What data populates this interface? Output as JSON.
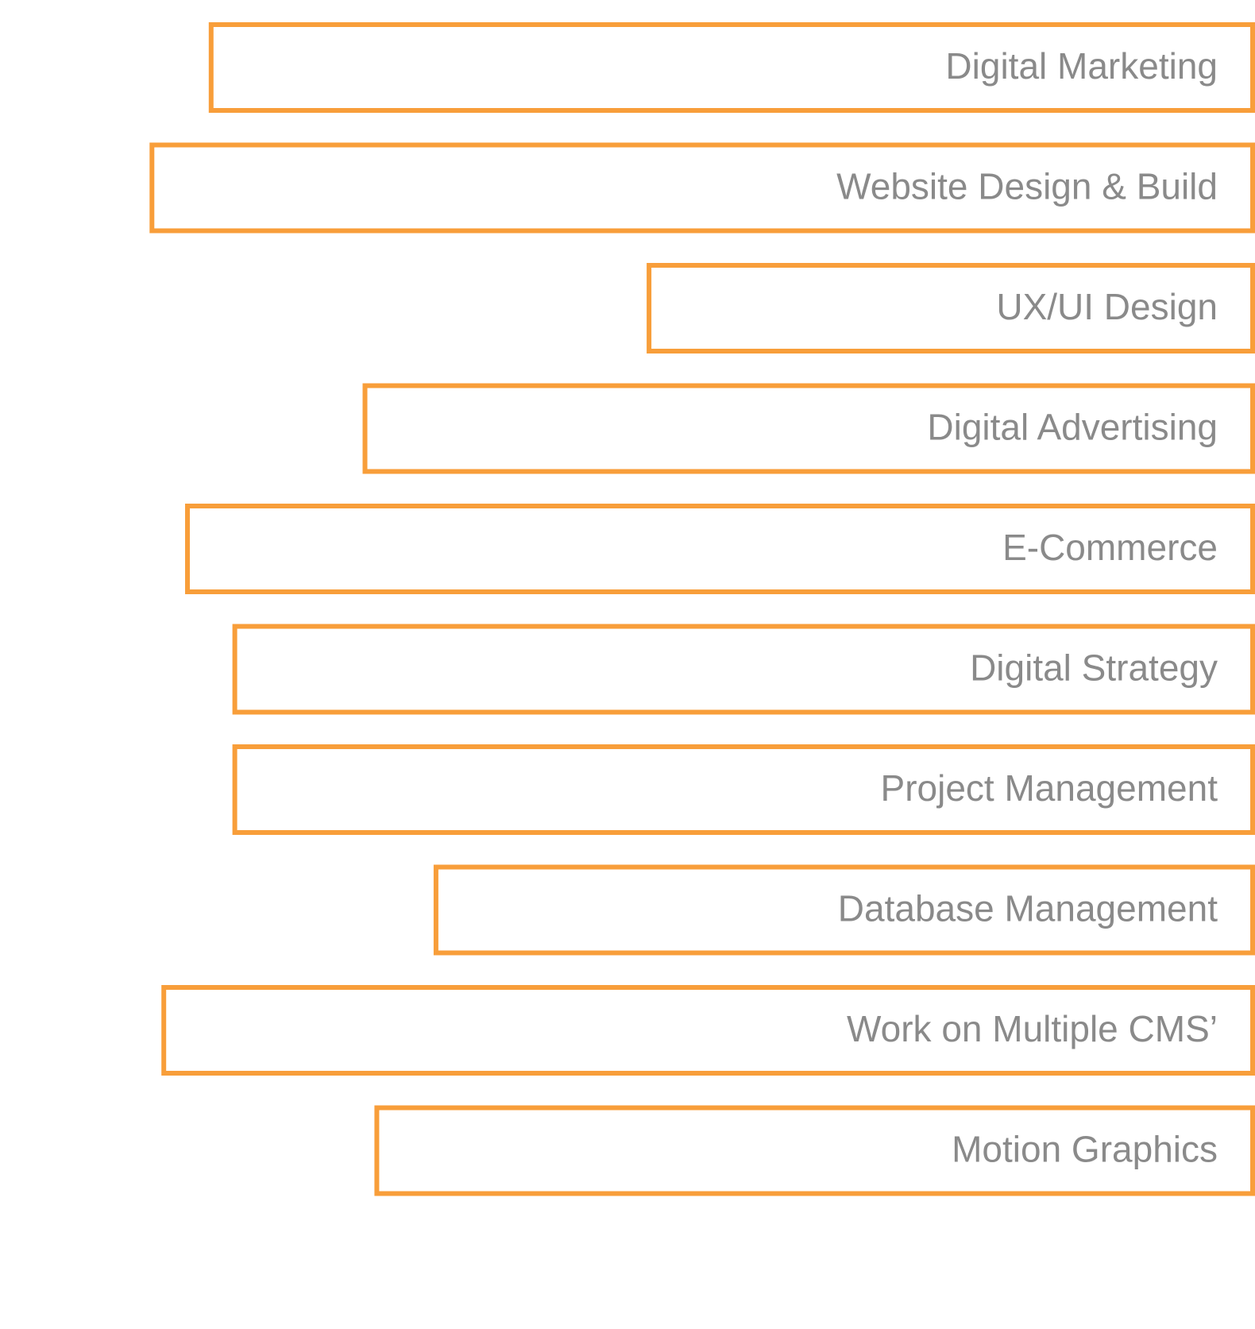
{
  "colors": {
    "bar_stroke": "#f89e3a",
    "label_text": "#8a8a8a",
    "background": "#ffffff"
  },
  "chart_data": {
    "type": "bar",
    "orientation": "horizontal",
    "title": "",
    "xlabel": "",
    "ylabel": "",
    "categories": [
      "Digital Marketing",
      "Website Design & Build",
      "UX/UI Design",
      "Digital Advertising",
      "E-Commerce",
      "Digital Strategy",
      "Project Management",
      "Database Management",
      "Work on Multiple CMS’",
      "Motion Graphics"
    ],
    "values": [
      88,
      93,
      51,
      75,
      90,
      86,
      86,
      69,
      92,
      74
    ],
    "xlim": [
      0,
      100
    ],
    "grid": false,
    "legend": "none"
  }
}
